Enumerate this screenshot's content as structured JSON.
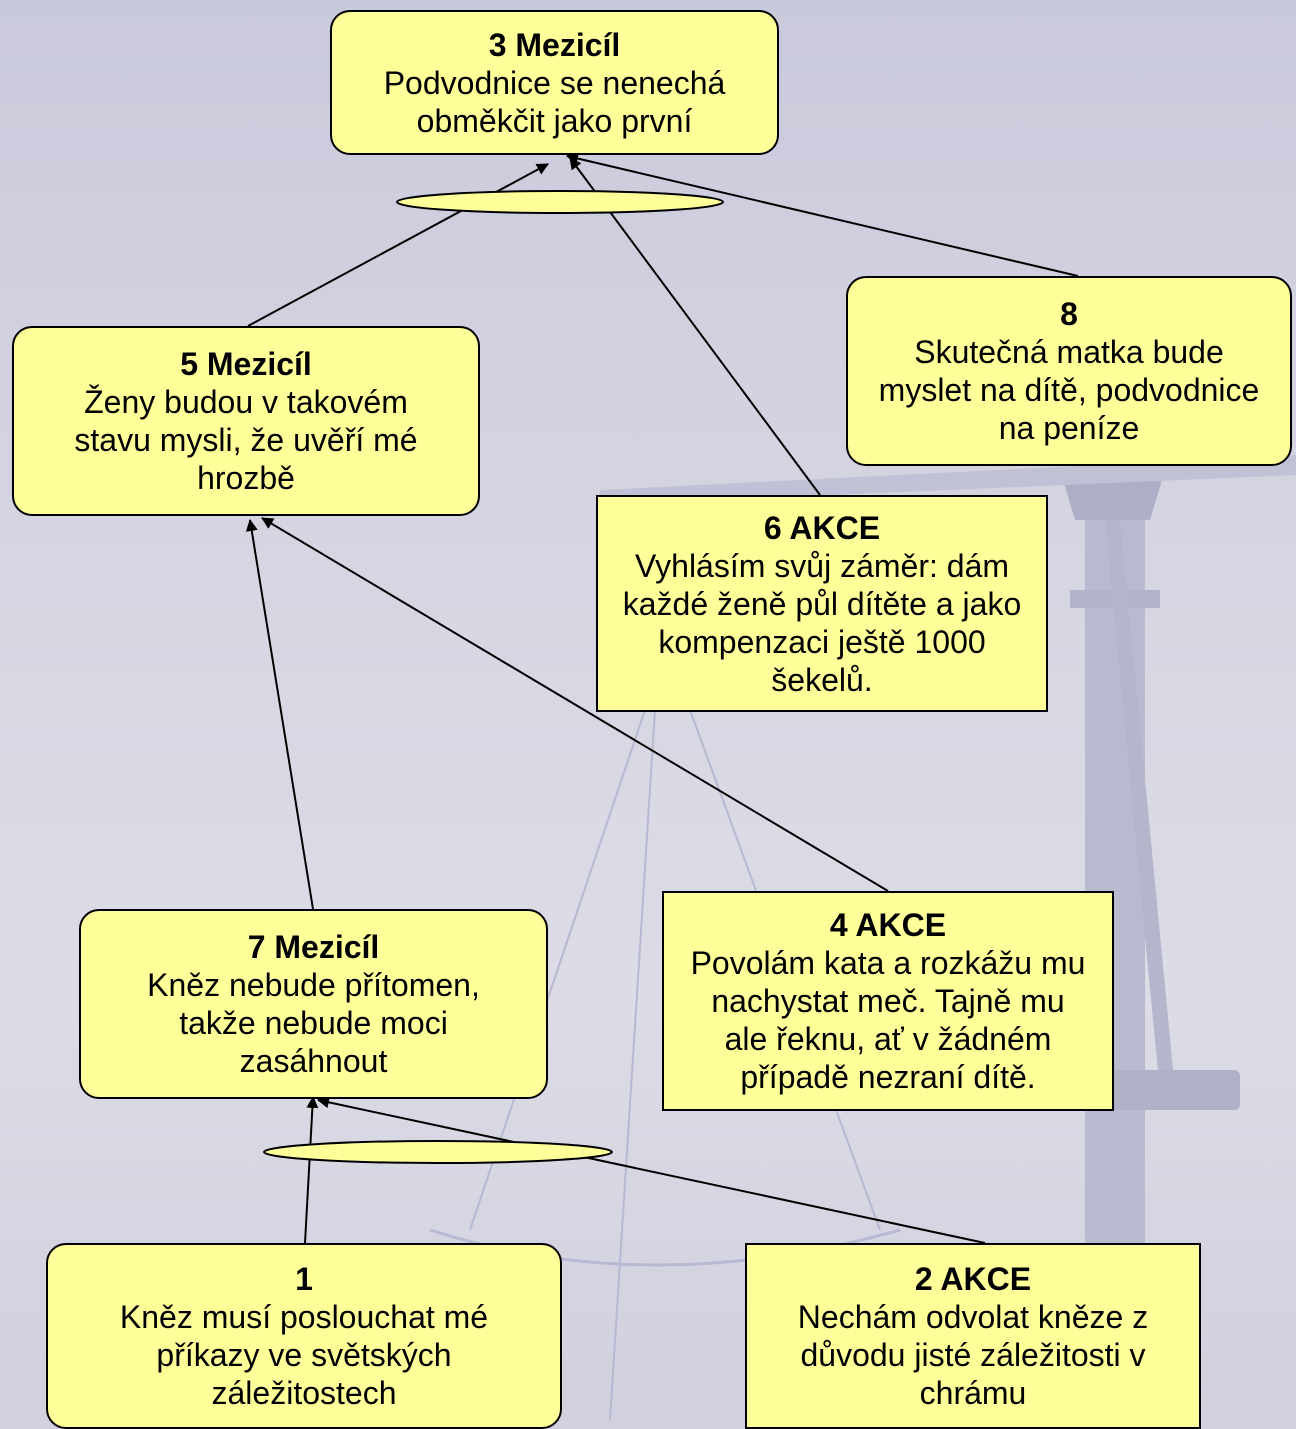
{
  "nodes": {
    "n3": {
      "title": "3 Mezicíl",
      "text": "Podvodnice se nenechá\nobměkčit jako první"
    },
    "n5": {
      "title": "5 Mezicíl",
      "text": "Ženy budou v takovém\nstavu mysli, že uvěří mé\nhrozbě"
    },
    "n8": {
      "title": "8",
      "text": "Skutečná matka bude\nmyslet na dítě, podvodnice\nna peníze"
    },
    "n6": {
      "title": "6 AKCE",
      "text": "Vyhlásím svůj záměr: dám\nkaždé ženě půl dítěte a jako\nkompenzaci ještě 1000\nšekelů."
    },
    "n7": {
      "title": "7 Mezicíl",
      "text": "Kněz nebude přítomen,\ntakže nebude moci\nzasáhnout"
    },
    "n4": {
      "title": "4 AKCE",
      "text": "Povolám kata a rozkážu mu\nnachystat meč. Tajně mu\nale řeknu, ať v žádném\npřípadě nezraní dítě."
    },
    "n1": {
      "title": "1",
      "text": "Kněz musí poslouchat mé\npříkazy ve světských\nzáležitostech"
    },
    "n2": {
      "title": "2 AKCE",
      "text": "Nechám odvolat kněze z\ndůvodu jisté záležitosti v\nchrámu"
    }
  },
  "edges": [
    {
      "from": "n5",
      "to": "n3"
    },
    {
      "from": "n6",
      "to": "n3"
    },
    {
      "from": "n8",
      "to": "n3"
    },
    {
      "from": "n7",
      "to": "n5"
    },
    {
      "from": "n4",
      "to": "n5"
    },
    {
      "from": "n1",
      "to": "n7"
    },
    {
      "from": "n2",
      "to": "n7"
    }
  ],
  "colors": {
    "node_fill": "#ffff99",
    "ellipse_fill": "#ffff99",
    "line": "#000000"
  }
}
